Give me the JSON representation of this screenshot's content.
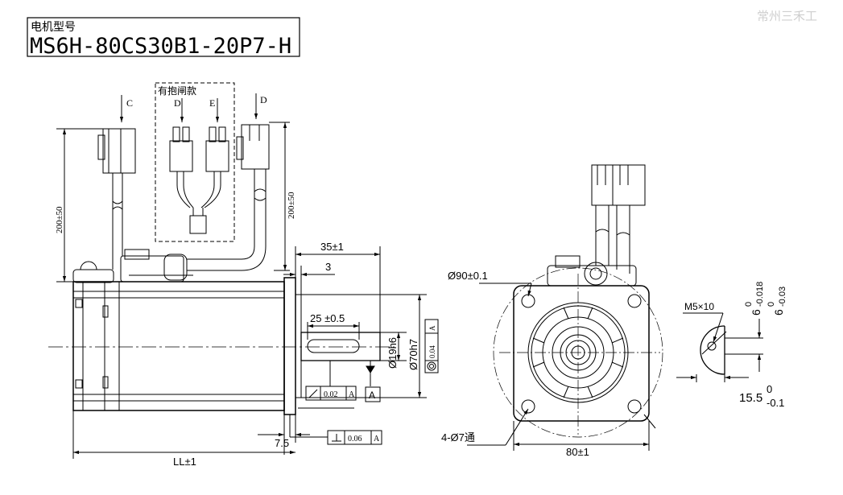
{
  "header": {
    "label": "电机型号",
    "model": "MS6H-80CS30B1-20P7-H"
  },
  "watermark": "常州三禾工",
  "views": {
    "side": {
      "brake_group_label": "有抱闸款",
      "connector_labels": {
        "c": "C",
        "d_brake": "D",
        "e_brake": "E",
        "d": "D"
      },
      "dims": {
        "cable_left": "200±50",
        "cable_right": "200±50",
        "shaft_ext": "35±1",
        "flange_gap": "3",
        "key_length": "25 ±0.5",
        "shaft_dia": "Ø19h6",
        "pilot_dia": "Ø70h7",
        "concentricity_val": "0.04",
        "concentricity_ref": "A",
        "runout_val": "0.02",
        "runout_ref": "A",
        "datum": "A",
        "flange_thk": "7.5",
        "perp_val": "0.06",
        "perp_ref": "A",
        "length": "LL±1"
      }
    },
    "front": {
      "dims": {
        "pcd": "Ø90±0.1",
        "holes": "4-Ø7通",
        "width": "80±1"
      }
    },
    "shaft": {
      "dims": {
        "thread": "M5×10",
        "key_w": "6",
        "key_w_tol_upper": "0",
        "key_w_tol_lower": "-0.018",
        "key_w2": "6",
        "key_w2_tol_upper": "0",
        "key_w2_tol_lower": "-0.03",
        "key_h": "15.5",
        "key_h_tol_upper": "0",
        "key_h_tol_lower": "-0.1"
      }
    }
  }
}
